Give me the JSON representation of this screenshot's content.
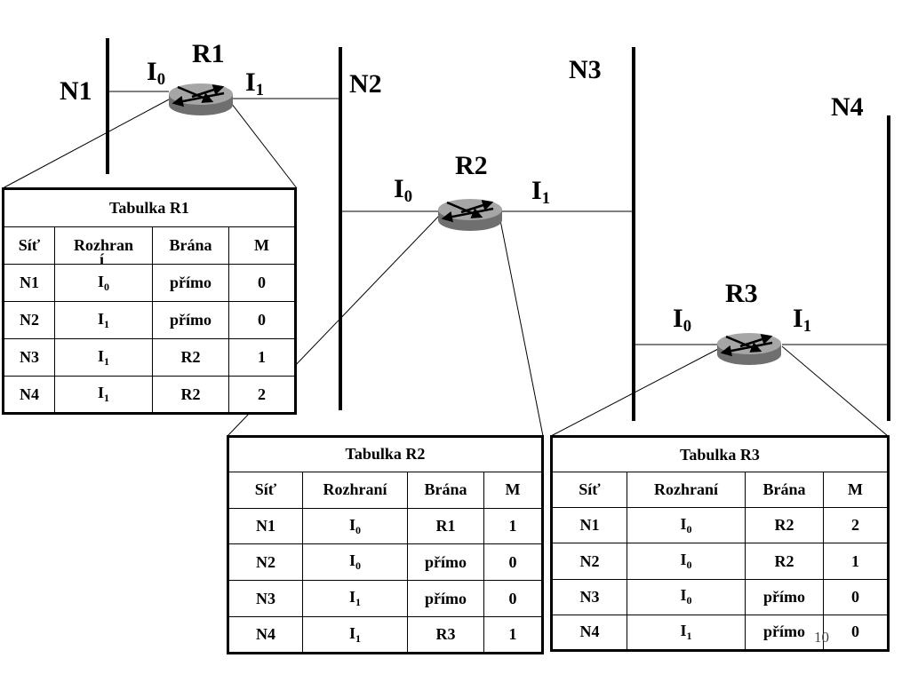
{
  "routers": [
    {
      "id": "r1",
      "label": "R1",
      "if0": "I",
      "if0_sub": "0",
      "if1": "I",
      "if1_sub": "1"
    },
    {
      "id": "r2",
      "label": "R2",
      "if0": "I",
      "if0_sub": "0",
      "if1": "I",
      "if1_sub": "1"
    },
    {
      "id": "r3",
      "label": "R3",
      "if0": "I",
      "if0_sub": "0",
      "if1": "I",
      "if1_sub": "1"
    }
  ],
  "networks": [
    "N1",
    "N2",
    "N3",
    "N4"
  ],
  "tables": {
    "r1": {
      "title": "Tabulka R1",
      "headers": [
        "Síť",
        "Rozhran",
        "Brána",
        "M"
      ],
      "header_wrap": "í",
      "rows": [
        {
          "net": "N1",
          "iface": "I",
          "iface_sub": "0",
          "gw": "přímo",
          "m": "0"
        },
        {
          "net": "N2",
          "iface": "I",
          "iface_sub": "1",
          "gw": "přímo",
          "m": "0"
        },
        {
          "net": "N3",
          "iface": "I",
          "iface_sub": "1",
          "gw": "R2",
          "m": "1"
        },
        {
          "net": "N4",
          "iface": "I",
          "iface_sub": "1",
          "gw": "R2",
          "m": "2"
        }
      ]
    },
    "r2": {
      "title": "Tabulka R2",
      "headers": [
        "Síť",
        "Rozhraní",
        "Brána",
        "M"
      ],
      "rows": [
        {
          "net": "N1",
          "iface": "I",
          "iface_sub": "0",
          "gw": "R1",
          "m": "1"
        },
        {
          "net": "N2",
          "iface": "I",
          "iface_sub": "0",
          "gw": "přímo",
          "m": "0"
        },
        {
          "net": "N3",
          "iface": "I",
          "iface_sub": "1",
          "gw": "přímo",
          "m": "0"
        },
        {
          "net": "N4",
          "iface": "I",
          "iface_sub": "1",
          "gw": "R3",
          "m": "1"
        }
      ]
    },
    "r3": {
      "title": "Tabulka R3",
      "headers": [
        "Síť",
        "Rozhraní",
        "Brána",
        "M"
      ],
      "rows": [
        {
          "net": "N1",
          "iface": "I",
          "iface_sub": "0",
          "gw": "R2",
          "m": "2"
        },
        {
          "net": "N2",
          "iface": "I",
          "iface_sub": "0",
          "gw": "R2",
          "m": "1"
        },
        {
          "net": "N3",
          "iface": "I",
          "iface_sub": "0",
          "gw": "přímo",
          "m": "0"
        },
        {
          "net": "N4",
          "iface": "I",
          "iface_sub": "1",
          "gw": "přímo",
          "m": "0"
        }
      ]
    }
  },
  "page_number": "10"
}
